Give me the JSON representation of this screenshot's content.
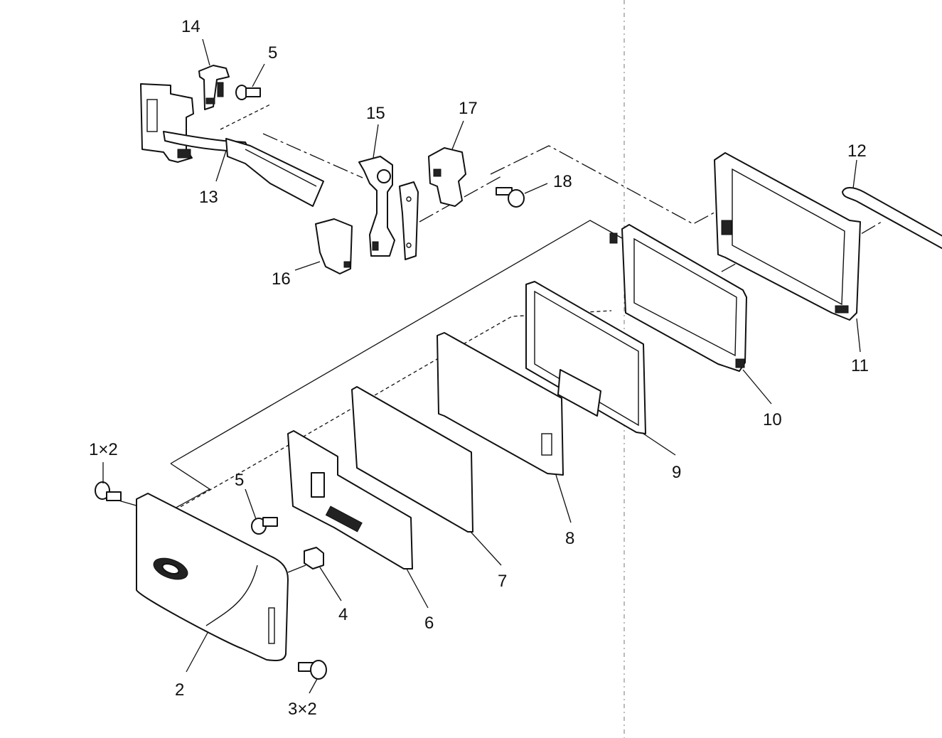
{
  "callouts": {
    "c14": "14",
    "c5a": "5",
    "c15": "15",
    "c17": "17",
    "c13": "13",
    "c18": "18",
    "c12": "12",
    "c16": "16",
    "c11": "11",
    "c10": "10",
    "c9": "9",
    "c1": "1×2",
    "c5b": "5",
    "c8": "8",
    "c7": "7",
    "c6": "6",
    "c4": "4",
    "c2": "2",
    "c3": "3×2"
  }
}
